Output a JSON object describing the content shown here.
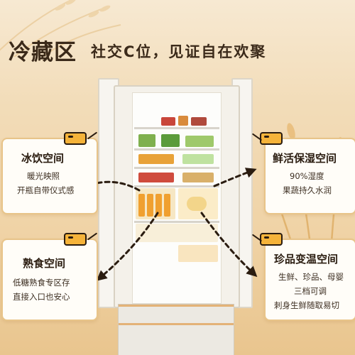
{
  "header": {
    "title_main": "冷藏区",
    "title_sub": "社交C位，见证自在欢聚"
  },
  "cards": [
    {
      "id": "bingyin",
      "title": "冰饮空间",
      "lines": [
        "暖光映照",
        "开瓶自带仪式感"
      ]
    },
    {
      "id": "xianhuo",
      "title": "鲜活保湿空间",
      "lines": [
        "90%湿度",
        "果蔬持久水润"
      ]
    },
    {
      "id": "shushi",
      "title": "熟食空间",
      "lines": [
        "低糖熟食专区存",
        "直接入口也安心"
      ]
    },
    {
      "id": "zhenpin",
      "title": "珍品变温空间",
      "lines": [
        "生鲜、珍品、母婴",
        "三档可调",
        "刺身生鲜随取易切"
      ]
    }
  ],
  "colors": {
    "accent_orange": "#f5b33a",
    "card_border": "#e8c489",
    "text_dark": "#2a1c10"
  }
}
